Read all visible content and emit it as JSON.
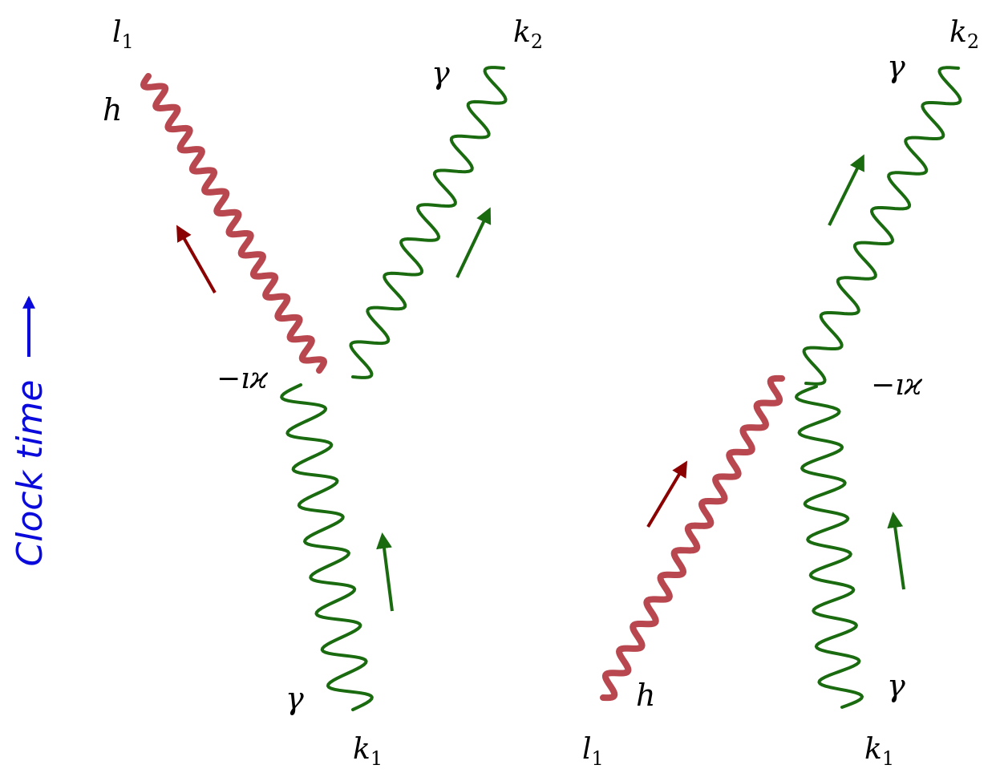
{
  "colors": {
    "graviton": "#b8474f",
    "photon": "#1a6b10",
    "graviton_arrow": "#8b0000",
    "photon_arrow": "#1a6b10",
    "clock": "#0a0adc",
    "text": "#000000"
  },
  "clock_label": "Clock time",
  "left_diagram": {
    "top_left": {
      "name": "l",
      "sub": "1"
    },
    "top_right": {
      "name": "k",
      "sub": "2"
    },
    "bottom_right": {
      "name": "k",
      "sub": "1"
    },
    "graviton_label": "h",
    "photon_out_label": "γ",
    "photon_in_label": "γ",
    "vertex_label": "−ıϰ"
  },
  "right_diagram": {
    "top_right": {
      "name": "k",
      "sub": "2"
    },
    "bottom_left": {
      "name": "l",
      "sub": "1"
    },
    "bottom_right": {
      "name": "k",
      "sub": "1"
    },
    "graviton_label": "h",
    "photon_out_label": "γ",
    "photon_in_label": "γ",
    "vertex_label": "−ıϰ"
  }
}
